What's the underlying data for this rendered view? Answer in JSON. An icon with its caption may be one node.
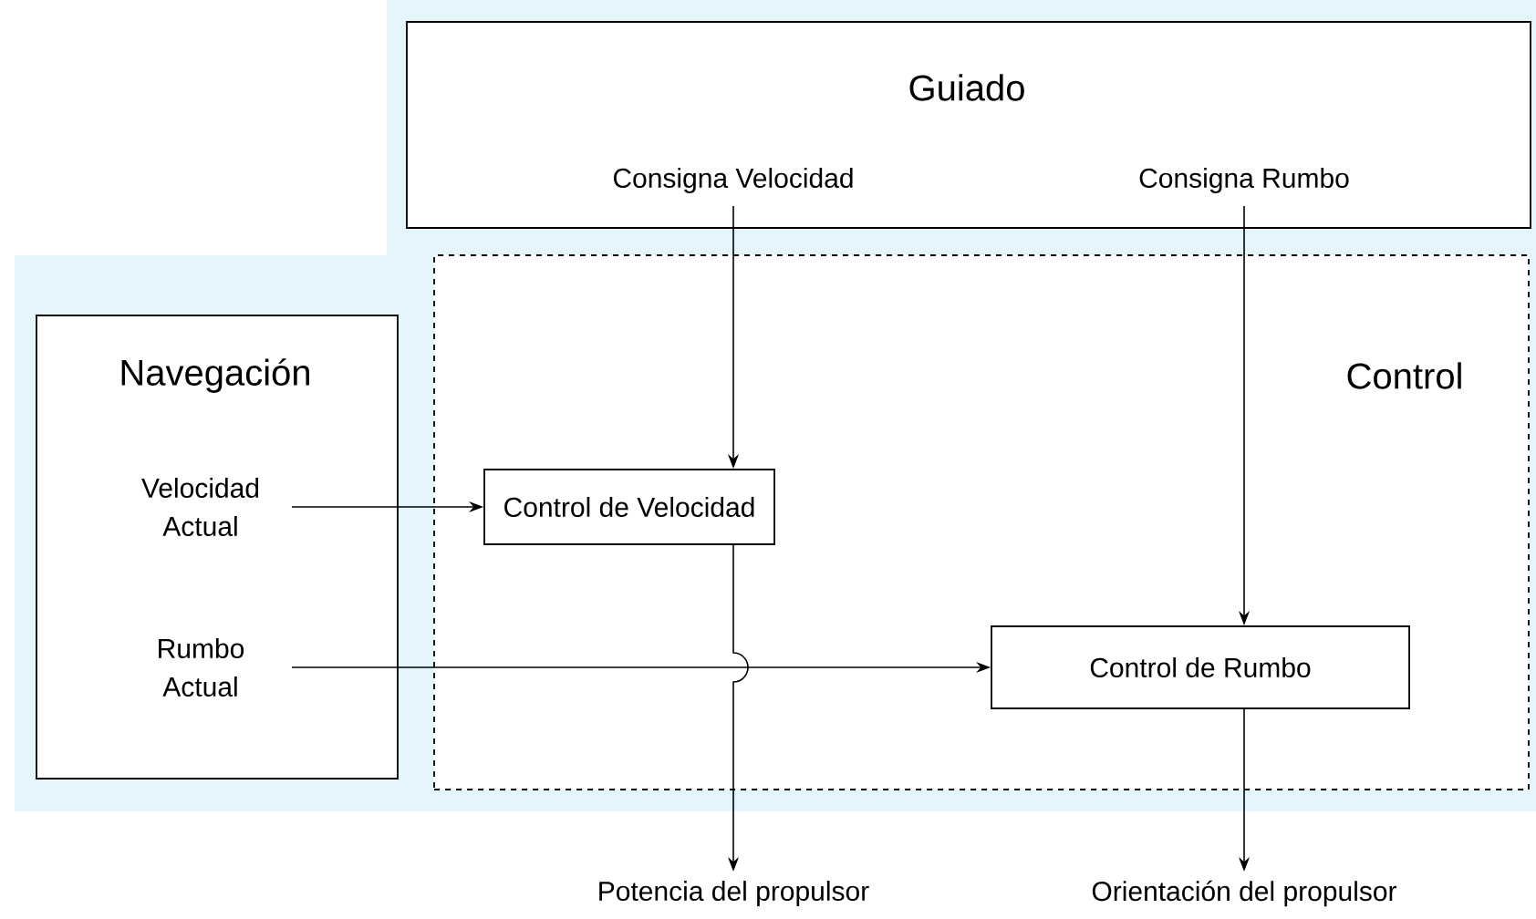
{
  "diagram": {
    "nodes": [
      {
        "text": [
          "Guiado"
        ]
      },
      {
        "text": [
          "Consigna Velocidad"
        ],
        "in": 0
      },
      {
        "text": [
          "Consigna Rumbo"
        ],
        "in": 0
      },
      {
        "text": [
          "Navegación"
        ]
      },
      {
        "text": [
          "Velocidad Actual"
        ],
        "in": 3
      },
      {
        "text": [
          "Rumbo Actual"
        ],
        "in": 3
      },
      {
        "text": [
          "Control"
        ]
      },
      {
        "text": [
          "Control de Velocidad"
        ],
        "in": 6
      },
      {
        "text": [
          "Control de Rumbo"
        ],
        "in": 6
      },
      {
        "text": [
          "Potencia del propulsor"
        ]
      },
      {
        "text": [
          "Orientación del propulsor"
        ]
      }
    ],
    "edges": [
      {
        "from": 1,
        "to": 7,
        "arrow": "to"
      },
      {
        "from": 2,
        "to": 8,
        "arrow": "to"
      },
      {
        "from": 4,
        "to": 7,
        "arrow": "to"
      },
      {
        "from": 5,
        "to": 8,
        "arrow": "to"
      },
      {
        "from": 7,
        "to": 9,
        "arrow": "to"
      },
      {
        "from": 8,
        "to": 10,
        "arrow": "to"
      }
    ]
  }
}
